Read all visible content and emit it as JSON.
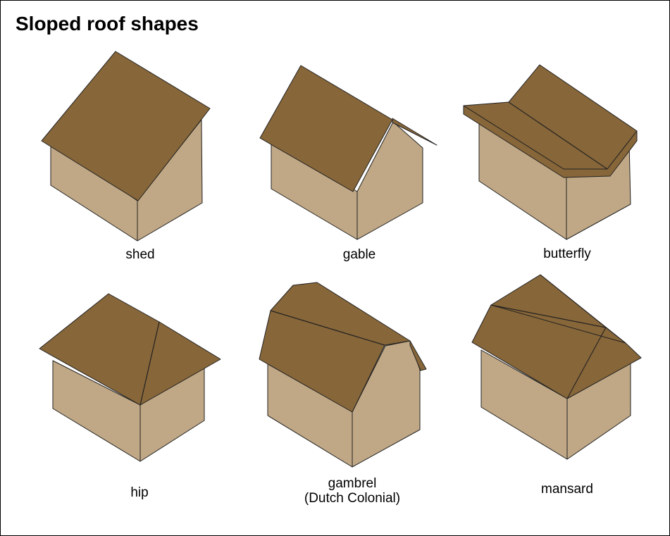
{
  "title": "Sloped roof shapes",
  "colors": {
    "roof": "#876639",
    "wall": "#c0a886",
    "outline": "#222222",
    "background": "#ffffff"
  },
  "shapes": [
    {
      "id": "shed",
      "label": "shed"
    },
    {
      "id": "gable",
      "label": "gable"
    },
    {
      "id": "butterfly",
      "label": "butterfly"
    },
    {
      "id": "hip",
      "label": "hip"
    },
    {
      "id": "gambrel",
      "label": "gambrel",
      "sublabel": "(Dutch Colonial)"
    },
    {
      "id": "mansard",
      "label": "mansard"
    }
  ]
}
